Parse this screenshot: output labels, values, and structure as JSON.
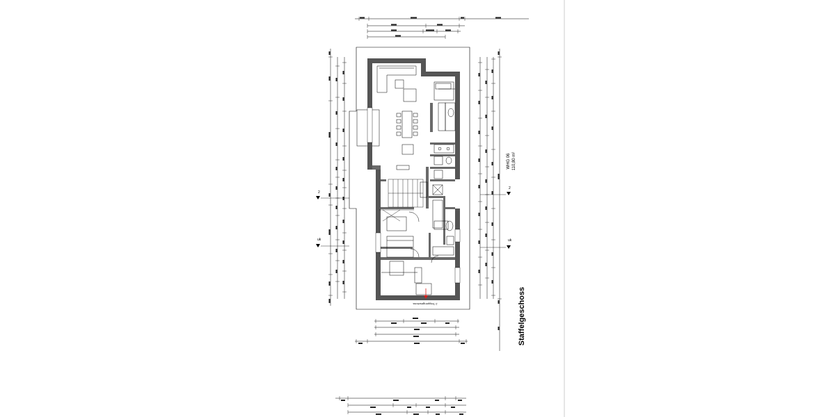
{
  "drawing": {
    "floor_title": "Staffelgeschoss",
    "unit_name": "WHG 06",
    "unit_area": "110,80 m²",
    "stair_label": "2.Treppengeschoss",
    "section_mark_2": "2",
    "section_mark_uk": "uk"
  },
  "colors": {
    "wall": "#555555",
    "line": "#000000",
    "arrow": "#d9201c",
    "page_divider": "#cccccc"
  }
}
